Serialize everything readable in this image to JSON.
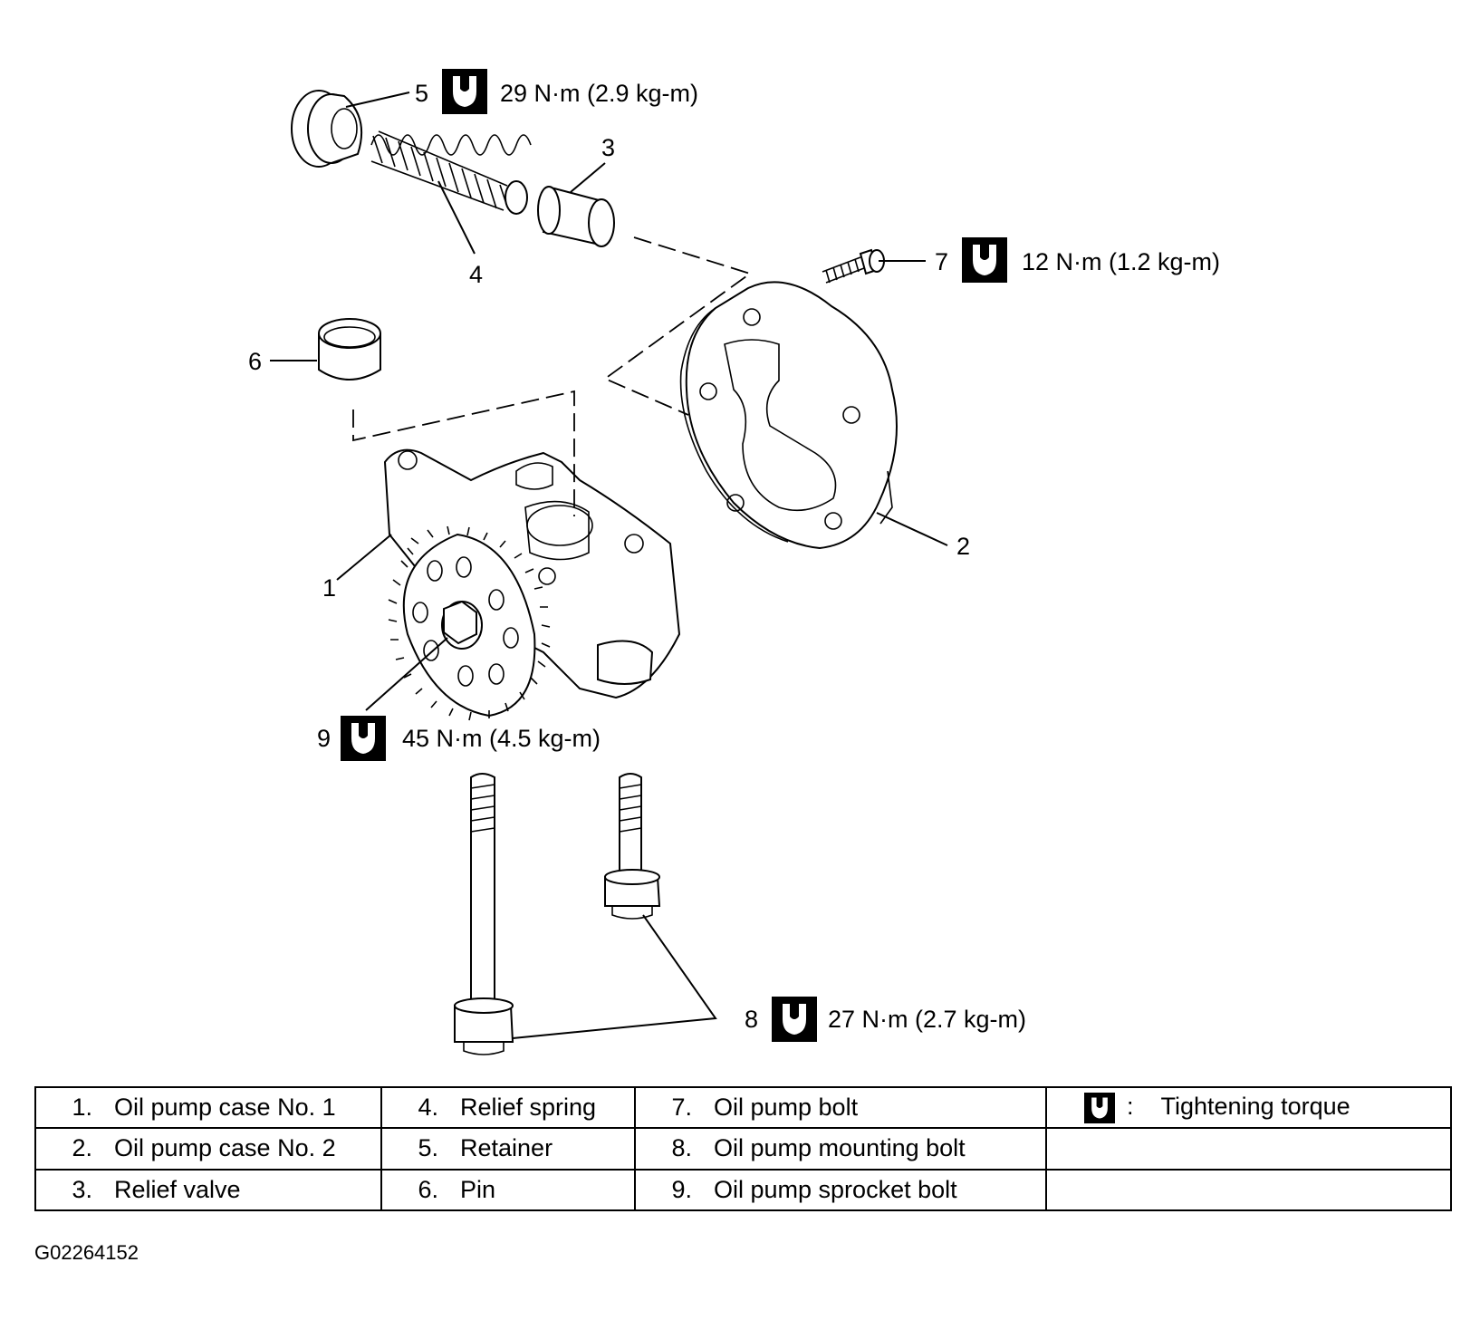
{
  "callouts": {
    "c1": "1",
    "c2": "2",
    "c3": "3",
    "c4": "4",
    "c5": "5",
    "c6": "6",
    "c7": "7",
    "c8": "8",
    "c9": "9"
  },
  "torques": {
    "t5": "29 N·m (2.9 kg-m)",
    "t7": "12 N·m (1.2 kg-m)",
    "t8": "27 N·m (2.7 kg-m)",
    "t9": "45 N·m (4.5 kg-m)"
  },
  "legend": {
    "rows": [
      [
        {
          "num": "1.",
          "label": "Oil pump case No. 1"
        },
        {
          "num": "4.",
          "label": "Relief spring"
        },
        {
          "num": "7.",
          "label": "Oil pump bolt"
        }
      ],
      [
        {
          "num": "2.",
          "label": "Oil pump case No. 2"
        },
        {
          "num": "5.",
          "label": "Retainer"
        },
        {
          "num": "8.",
          "label": "Oil pump mounting bolt"
        }
      ],
      [
        {
          "num": "3.",
          "label": "Relief valve"
        },
        {
          "num": "6.",
          "label": "Pin"
        },
        {
          "num": "9.",
          "label": "Oil pump sprocket bolt"
        }
      ]
    ],
    "key_separator": ":",
    "key_label": "Tightening torque"
  },
  "figure_id": "G02264152",
  "icons": {
    "torque": "torque-wrench-icon"
  }
}
